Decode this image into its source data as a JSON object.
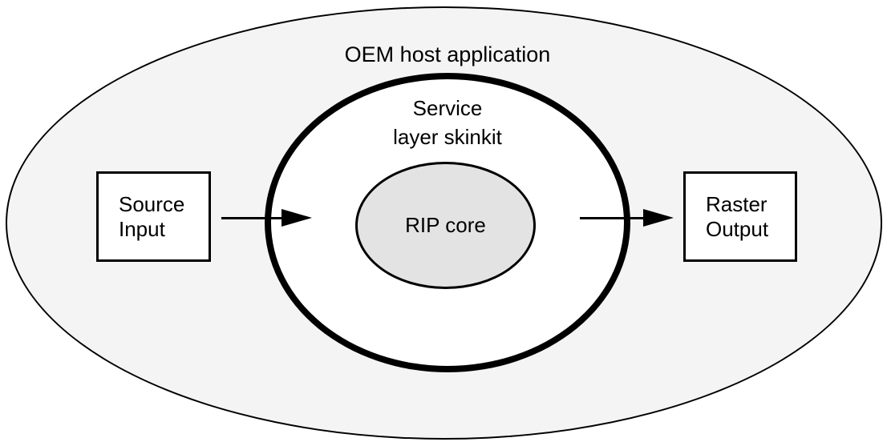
{
  "diagram": {
    "outer_ellipse": {
      "label": "OEM host application",
      "fill": "#f4f4f4"
    },
    "service_ring": {
      "label_line1": "Service",
      "label_line2": "layer skinkit",
      "fill": "#ffffff"
    },
    "rip_core": {
      "label": "RIP core",
      "fill": "#e3e3e3"
    },
    "source_box": {
      "label_line1": "Source",
      "label_line2": "Input"
    },
    "raster_box": {
      "label_line1": "Raster",
      "label_line2": "Output"
    },
    "stroke_color": "#000000"
  }
}
